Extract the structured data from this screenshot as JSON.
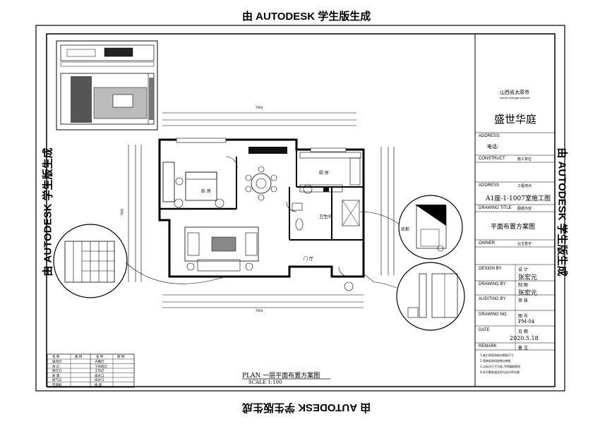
{
  "watermark": {
    "top": "由 AUTODESK 学生版生成",
    "bottom": "由 AUTODESK 学生版生成",
    "left": "由 AUTODESK 学生版生成",
    "right": "由 AUTODESK 学生版生成"
  },
  "title_block": {
    "location": "山西省太原市",
    "location_pinyin": "shanxi shengtai yuanshi",
    "project": "盛世华庭",
    "address_label": "ADDRESS:",
    "phone_label": "电话:",
    "construct_label": "CONSTRUCT",
    "construct_cn": "施工单位",
    "address2_label": "ADDRESS",
    "address2_cn": "工程地点",
    "address2_value": "A1座-1-1007室施工图",
    "drawing_title_label": "DRAWING TITLE",
    "drawing_title_cn": "图纸内容",
    "drawing_title_value": "平面布置方案图",
    "owner_label": "OWNER",
    "owner_cn": "业主签字",
    "design_label": "DESIGN BY",
    "design_cn": "设 计",
    "design_value": "张宏元",
    "drawing_by_label": "DRAWING BY",
    "drawing_by_cn": "制 图",
    "drawing_by_value": "张宏元",
    "auditing_label": "AUDITING BY",
    "auditing_cn": "审 核",
    "drawing_no_label": "DRAWING NO.",
    "drawing_no_cn": "图 号",
    "drawing_no_value": "PM-04",
    "date_label": "DATE",
    "date_cn": "日 期",
    "date_value": "2020.5.18",
    "remark_label": "REMARK",
    "remark_cn": "备 注",
    "notes": [
      "1.施工前现场核对图纸尺寸",
      "2.墙体拆改须经物业审批",
      "3.以标注尺寸为准,不得量取图纸",
      "4.未尽事宜请及时与设计师沟通"
    ]
  },
  "plan": {
    "title": "PLAN  一层平面布置方案图",
    "scale": "SCALE   1:100",
    "rooms": {
      "bedroom": "卧 房",
      "kitchen": "厨 房",
      "bathroom": "卫生间",
      "hallway": "门 厅",
      "closet": "衣柜"
    },
    "dims": {
      "top_total": "7950",
      "bottom_total": "7950",
      "left_total": "7950"
    }
  },
  "legend": {
    "headers": [
      "名 称",
      "图 例",
      "名 称",
      "图 例"
    ],
    "rows": [
      [
        "吸顶灯",
        "",
        "天棚灯",
        ""
      ],
      [
        "吊 灯",
        "",
        "下吊筒灯",
        ""
      ],
      [
        "壁灯灯",
        "",
        "工作灯",
        ""
      ],
      [
        "防 雷",
        "",
        "排水口",
        ""
      ],
      [
        "吸气口",
        "",
        "排水口",
        ""
      ],
      [
        "空调机",
        "",
        "插 座",
        ""
      ]
    ]
  }
}
